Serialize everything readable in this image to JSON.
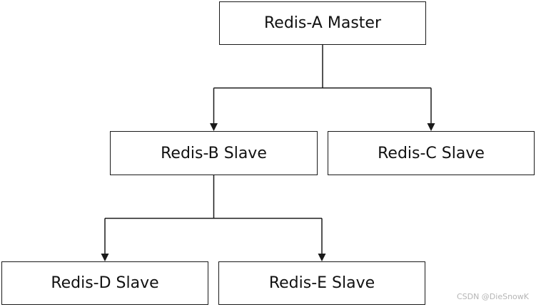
{
  "nodes": {
    "a": {
      "label": "Redis-A Master"
    },
    "b": {
      "label": "Redis-B Slave"
    },
    "c": {
      "label": "Redis-C Slave"
    },
    "d": {
      "label": "Redis-D Slave"
    },
    "e": {
      "label": "Redis-E Slave"
    }
  },
  "edges": [
    {
      "from": "a",
      "to": "b"
    },
    {
      "from": "a",
      "to": "c"
    },
    {
      "from": "b",
      "to": "d"
    },
    {
      "from": "b",
      "to": "e"
    }
  ],
  "watermark": "CSDN @DieSnowK",
  "colors": {
    "line": "#1a1a1a",
    "box_border": "#1a1a1a",
    "text": "#111111",
    "watermark": "#b5b5b5"
  }
}
